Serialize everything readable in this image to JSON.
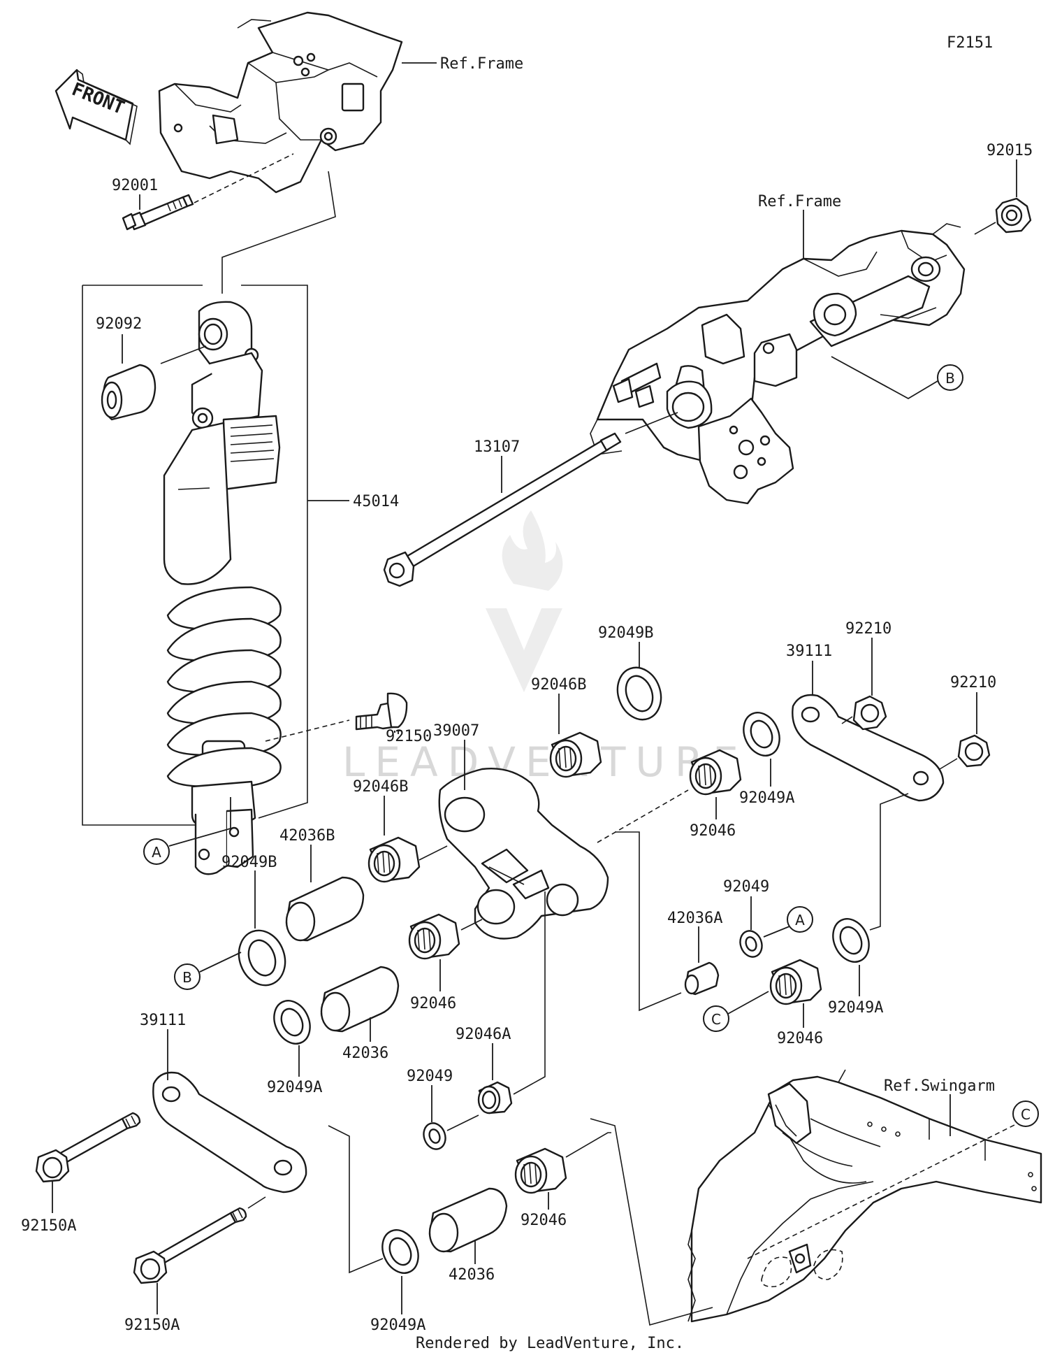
{
  "figure_id": "F2151",
  "front_label": "FRONT",
  "footer": "Rendered by LeadVenture, Inc.",
  "watermark": "LEADVENTURE",
  "refs": {
    "frame_top": "Ref.Frame",
    "frame_right": "Ref.Frame",
    "swingarm": "Ref.Swingarm"
  },
  "parts": {
    "p92001": "92001",
    "p92092": "92092",
    "p45014": "45014",
    "p92150": "92150",
    "p13107": "13107",
    "p92015": "92015",
    "p92049B_top": "92049B",
    "p92046B_top": "92046B",
    "p39007": "39007",
    "p92046B_left": "92046B",
    "p42036B": "42036B",
    "p92049B_left": "92049B",
    "p92046_mid": "92046",
    "p42036_mid": "42036",
    "p92049A_left": "92049A",
    "p92046A": "92046A",
    "p92049_low": "92049",
    "p92046_bot": "92046",
    "p42036_bot": "42036",
    "p92049A_bot": "92049A",
    "p39111_left": "39111",
    "p92150A_1": "92150A",
    "p92150A_2": "92150A",
    "p39111_right": "39111",
    "p92210_1": "92210",
    "p92210_2": "92210",
    "p92049A_right": "92049A",
    "p92046_right": "92046",
    "p42036A": "42036A",
    "p92049_right": "92049",
    "p92046_right_low": "92046",
    "p92049A_right_low": "92049A"
  },
  "callouts": {
    "a": "A",
    "b": "B",
    "c": "C"
  }
}
